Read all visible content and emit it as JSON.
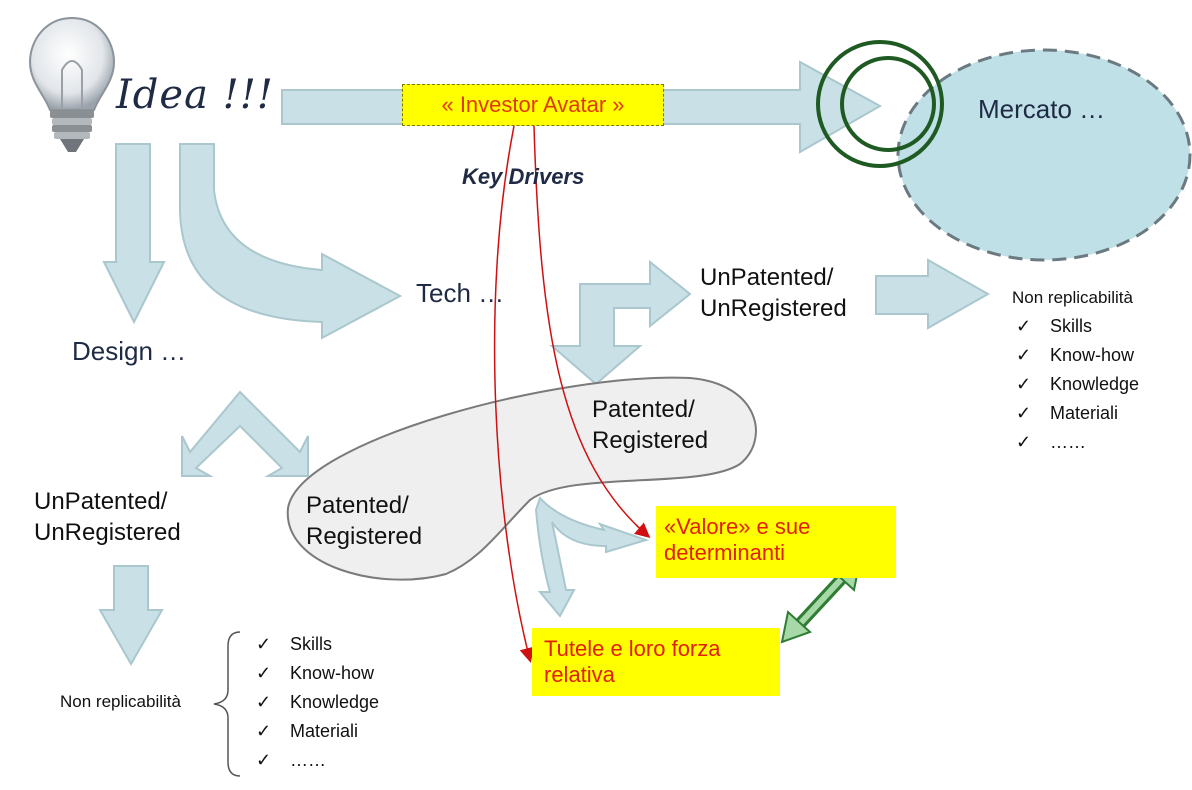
{
  "title": "Idea !!!",
  "investor_avatar": "« Investor Avatar »",
  "key_drivers": "Key Drivers",
  "mercato": "Mercato …",
  "tech": "Tech …",
  "design": "Design …",
  "top_branch": {
    "unpatented_line1": "UnPatented/",
    "unpatented_line2": "UnRegistered",
    "patented_line1": "Patented/",
    "patented_line2": "Registered"
  },
  "left_branch": {
    "unpatented_line1": "UnPatented/",
    "unpatented_line2": "UnRegistered",
    "patented_line1": "Patented/",
    "patented_line2": "Registered"
  },
  "non_replicabilita_right": "Non replicabilità",
  "non_replicabilita_left": "Non replicabilità",
  "checklist_right": [
    "Skills",
    "Know-how",
    "Knowledge",
    "Materiali",
    "……"
  ],
  "checklist_left": [
    "Skills",
    "Know-how",
    "Knowledge",
    "Materiali",
    "……"
  ],
  "check_mark": "✓",
  "valore_line1": "«Valore» e sue",
  "valore_line2": "determinanti",
  "tutele_line1": "Tutele e loro forza",
  "tutele_line2": "relativa",
  "colors": {
    "arrow_fill": "#c9e1e6",
    "arrow_stroke": "#a9c7cd",
    "highlight_yellow": "#ffff00",
    "red_text": "#e02000",
    "dark_text": "#1f2a44",
    "market_circle": "#bfe0e6",
    "target_ring": "#1e5a22",
    "double_arrow": "#2e7d32",
    "blob_fill": "#efefef"
  },
  "icons": [
    "light-bulb-icon",
    "target-rings-icon",
    "check-icon",
    "curly-brace-icon"
  ]
}
